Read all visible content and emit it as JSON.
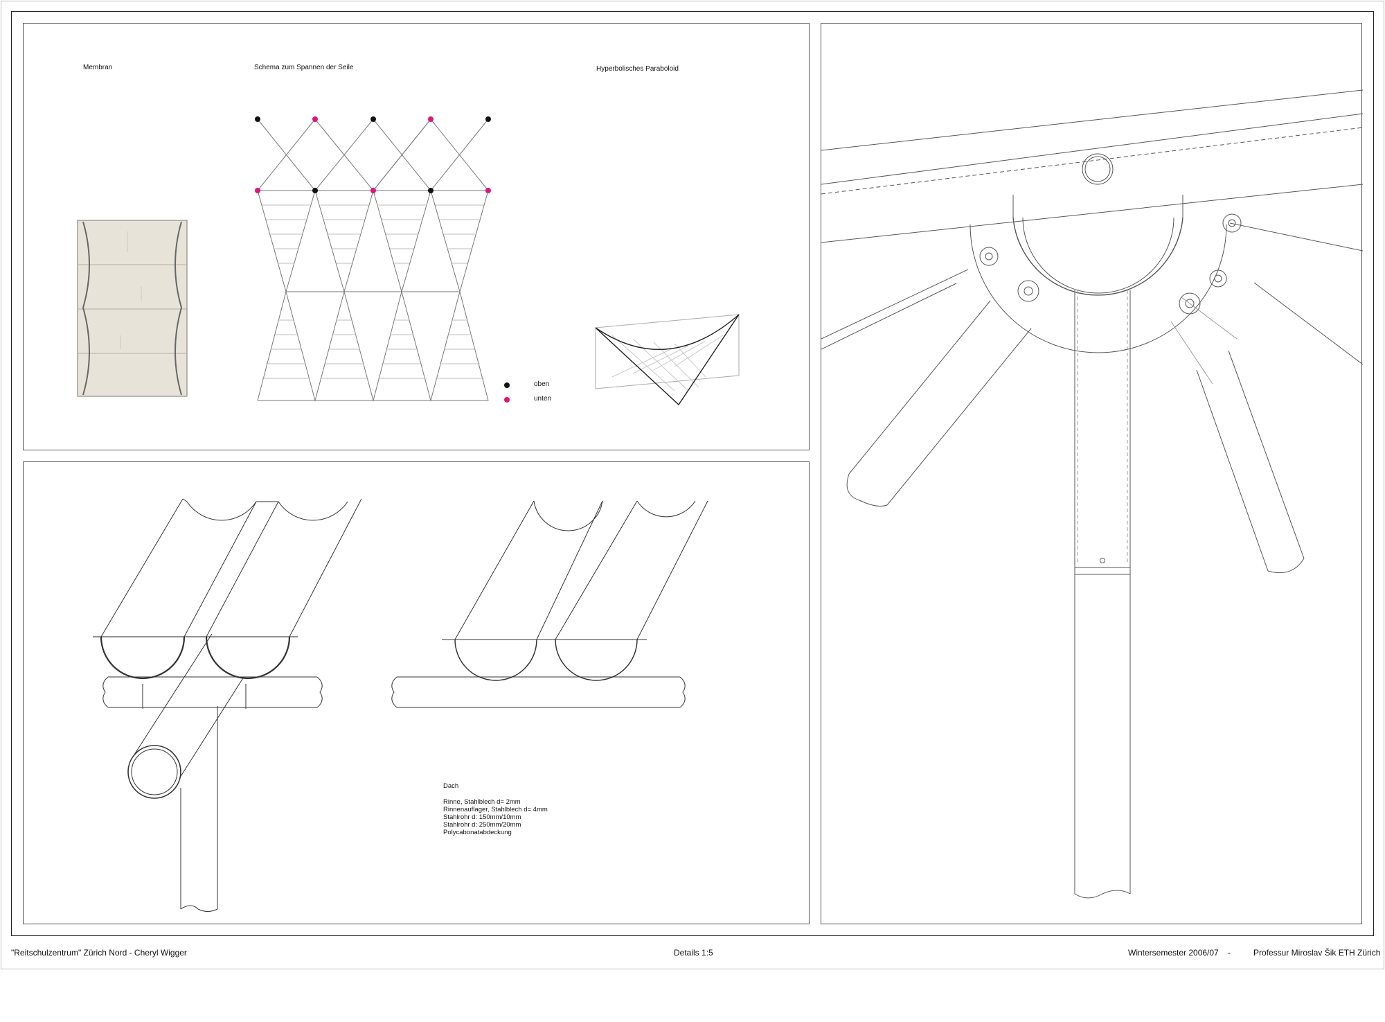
{
  "panels": {
    "membrane": {
      "title": "Membran"
    },
    "schema": {
      "title": "Schema zum Spannen der Seile",
      "legend": [
        {
          "label": "oben",
          "color": "#111111"
        },
        {
          "label": "unten",
          "color": "#e0147a"
        }
      ]
    },
    "paraboloid": {
      "title": "Hyperbolisches Paraboloid"
    },
    "roof": {
      "title": "Dach",
      "notes": [
        "Rinne, Stahlblech d= 2mm",
        "Rinnenauflager, Stahlblech d= 4mm",
        "Stahlrohr d: 150mm/10mm",
        "Stahlrohr d: 250mm/20mm",
        "Polycabonatabdeckung"
      ]
    }
  },
  "footer": {
    "project": "\"Reitschulzentrum\" Zürich Nord  -  Cheryl  Wigger",
    "scale": "Details 1:5",
    "semester": "Wintersemester 2006/07",
    "separator": "-",
    "professor": "Professur Miroslav Šik ETH Zürich"
  },
  "colors": {
    "top_point": "#111111",
    "bottom_point": "#e0147a",
    "line": "#555555"
  }
}
